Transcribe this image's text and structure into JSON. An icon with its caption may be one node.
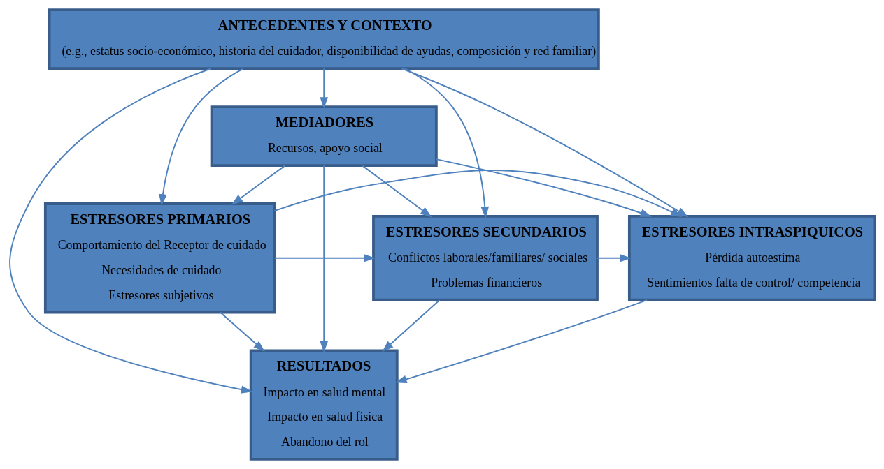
{
  "diagram": {
    "nodes": [
      {
        "text": [
          "ANTECEDENTES Y CONTEXTO",
          "(e.g., estatus socio-económico, historia del cuidador, disponibilidad de ayudas, composición y red familiar)"
        ]
      },
      {
        "text": [
          "MEDIADORES",
          "Recursos, apoyo social"
        ]
      },
      {
        "text": [
          "ESTRESORES PRIMARIOS",
          "Comportamiento del Receptor de cuidado",
          "Necesidades de cuidado",
          "Estresores subjetivos"
        ]
      },
      {
        "text": [
          "ESTRESORES SECUNDARIOS",
          "Conflictos laborales/familiares/ sociales",
          "Problemas financieros"
        ]
      },
      {
        "text": [
          "ESTRESORES INTRASPIQUICOS",
          "Pérdida autoestima",
          "Sentimientos falta de control/ competencia"
        ]
      },
      {
        "text": [
          "RESULTADOS",
          "Impacto en salud mental",
          "Impacto en salud física",
          "Abandono del rol"
        ]
      }
    ],
    "edges": [
      {
        "from": 0,
        "to": 5,
        "arrow": "to"
      },
      {
        "from": 0,
        "to": 1,
        "arrow": "to"
      },
      {
        "from": 0,
        "to": 2,
        "arrow": "to"
      },
      {
        "from": 0,
        "to": 3,
        "arrow": "to"
      },
      {
        "from": 0,
        "to": 4,
        "arrow": "to"
      },
      {
        "from": 1,
        "to": 5,
        "arrow": "to"
      },
      {
        "from": 1,
        "to": 2,
        "arrow": "to"
      },
      {
        "from": 1,
        "to": 3,
        "arrow": "to"
      },
      {
        "from": 1,
        "to": 4,
        "arrow": "to"
      },
      {
        "from": 3,
        "to": 5,
        "arrow": "to"
      },
      {
        "from": 2,
        "to": 3,
        "arrow": "to"
      },
      {
        "from": 3,
        "to": 4,
        "arrow": "to"
      },
      {
        "from": 2,
        "to": 4,
        "arrow": "to"
      },
      {
        "from": 2,
        "to": 5,
        "arrow": "to"
      },
      {
        "from": 4,
        "to": 5,
        "arrow": "to"
      }
    ]
  }
}
